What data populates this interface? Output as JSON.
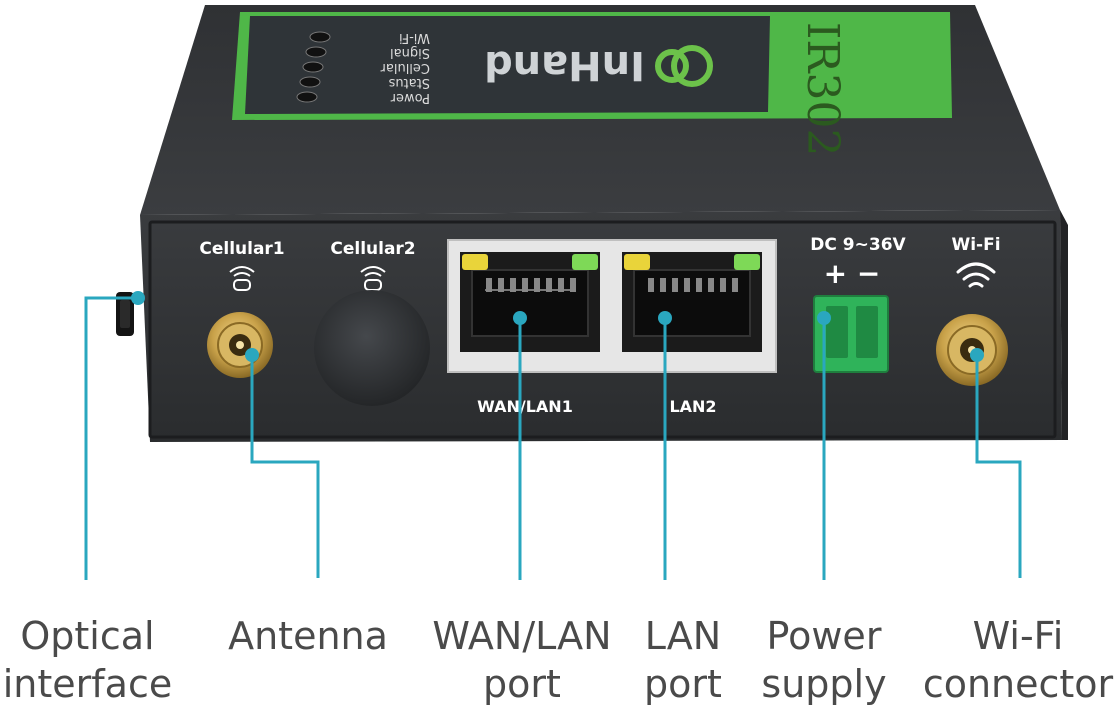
{
  "device": {
    "model": "IR302",
    "brand": "InHand",
    "top_leds": [
      "Power",
      "Status",
      "Cellular",
      "Signal",
      "Wi-Fi"
    ],
    "colors": {
      "body": "#2e3032",
      "body_top": "#3a3c3f",
      "label_green": "#4fb748",
      "label_dark": "#2f3438",
      "callout_line": "#2aa7bf",
      "terminal_green": "#2fb35a",
      "sma_gold": "#c9a24a",
      "rj45_shell": "#e6e6e6",
      "led_yellow": "#e9d43a",
      "led_green": "#7ed957"
    },
    "front_labels": {
      "cellular1": "Cellular1",
      "cellular2": "Cellular2",
      "wan_lan1": "WAN/LAN1",
      "lan2": "LAN2",
      "dc": "DC 9~36V",
      "polarity": "+ −",
      "wifi": "Wi-Fi"
    },
    "icons": [
      "antenna-icon",
      "antenna-icon",
      "wifi-icon"
    ]
  },
  "callouts": {
    "optical": [
      "Optical",
      "interface"
    ],
    "antenna": [
      "Antenna"
    ],
    "wan": [
      "WAN/LAN",
      "port"
    ],
    "lan": [
      "LAN",
      "port"
    ],
    "power": [
      "Power",
      "supply"
    ],
    "wifi": [
      "Wi-Fi",
      "connector"
    ]
  }
}
